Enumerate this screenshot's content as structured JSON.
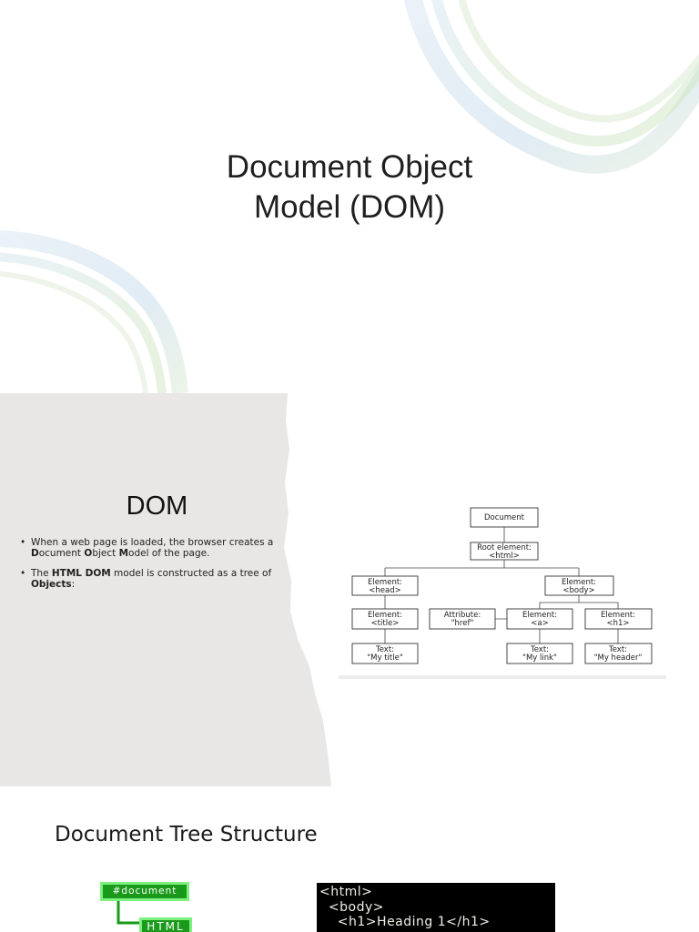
{
  "slide1": {
    "title_line1": "Document Object",
    "title_line2": "Model (DOM)"
  },
  "slide2": {
    "title": "DOM",
    "bullet1": {
      "t1": "When a web page is loaded, the browser creates a ",
      "b1": "D",
      "t2": "ocument ",
      "b2": "O",
      "t3": "bject ",
      "b3": "M",
      "t4": "odel of the page."
    },
    "bullet2": {
      "t1": "The ",
      "b1": "HTML DOM",
      "t2": " model is constructed as a tree of ",
      "b2": "Objects",
      "t3": ":"
    },
    "tree": {
      "document": "Document",
      "root_l1": "Root element:",
      "root_l2": "<html>",
      "head_l1": "Element:",
      "head_l2": "<head>",
      "body_l1": "Element:",
      "body_l2": "<body>",
      "title_l1": "Element:",
      "title_l2": "<title>",
      "attr_l1": "Attribute:",
      "attr_l2": "\"href\"",
      "a_l1": "Element:",
      "a_l2": "<a>",
      "h1_l1": "Element:",
      "h1_l2": "<h1>",
      "t_title_l1": "Text:",
      "t_title_l2": "\"My title\"",
      "t_link_l1": "Text:",
      "t_link_l2": "\"My link\"",
      "t_header_l1": "Text:",
      "t_header_l2": "\"My header\""
    }
  },
  "slide3": {
    "title": "Document Tree Structure",
    "node_document": "#document",
    "node_html": "HTML",
    "code_lines": [
      "<html>",
      "  <body>",
      "    <h1>Heading 1</h1>"
    ]
  }
}
